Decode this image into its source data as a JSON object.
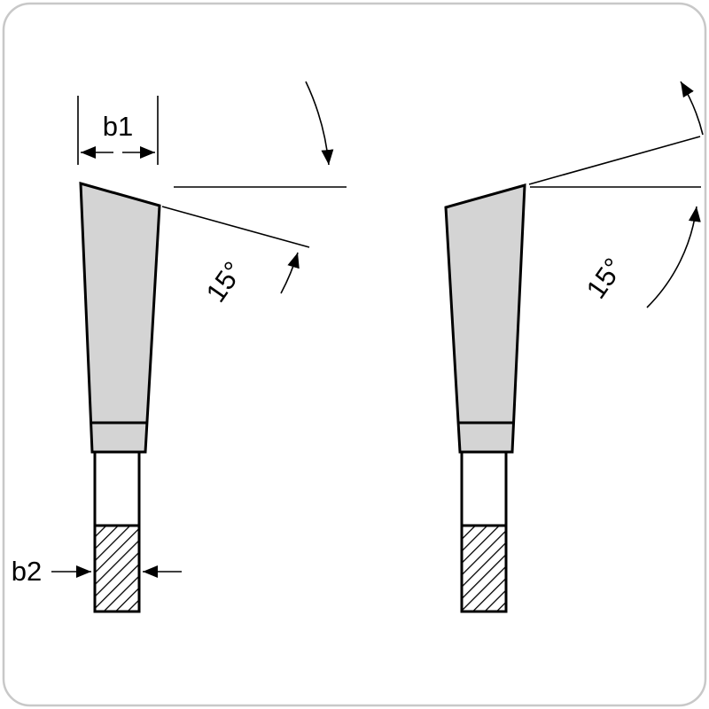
{
  "colors": {
    "outline": "#000000",
    "tooth_fill": "#d4d4d4",
    "frame": "#c8c8c8",
    "background": "#ffffff"
  },
  "left_view": {
    "width_label": "b1",
    "bore_width_label": "b2",
    "angle_label": "15°"
  },
  "right_view": {
    "angle_label": "15°"
  }
}
